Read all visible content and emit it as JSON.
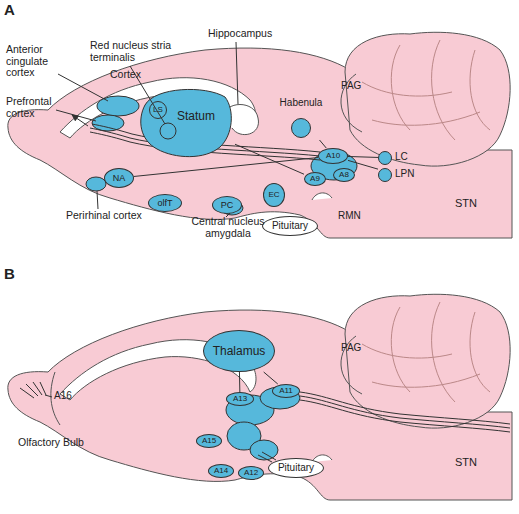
{
  "diagram": {
    "nodes": [
      {
        "text": [
          "Statum"
        ]
      },
      {
        "text": [
          "LS"
        ],
        "in": 0
      },
      {
        "text": [
          "NA"
        ]
      },
      {
        "text": [
          "olfT"
        ]
      },
      {
        "text": [
          "PC"
        ]
      },
      {
        "text": [
          "EC"
        ]
      },
      {
        "text": [
          "Habenula"
        ]
      },
      {
        "text": [
          "A10"
        ]
      },
      {
        "text": [
          "A9"
        ]
      },
      {
        "text": [
          "A8"
        ]
      },
      {
        "text": [
          "LC"
        ]
      },
      {
        "text": [
          "LPN"
        ]
      },
      {
        "text": [
          "Pituitary"
        ]
      },
      {
        "text": [
          "Thalamus"
        ]
      },
      {
        "text": [
          "A13"
        ]
      },
      {
        "text": [
          "A11"
        ]
      },
      {
        "text": [
          "A15"
        ]
      },
      {
        "text": [
          "A14"
        ]
      },
      {
        "text": [
          "A12"
        ]
      },
      {
        "text": [
          "Pituitary"
        ]
      }
    ],
    "edges": [
      {
        "from": 7,
        "to": 6,
        "arrow": "none"
      },
      {
        "from": 7,
        "to": 10,
        "arrow": "none"
      },
      {
        "from": 7,
        "to": 11,
        "arrow": "none"
      },
      {
        "from": 8,
        "to": 0,
        "arrow": "none"
      },
      {
        "from": 7,
        "to": 2,
        "arrow": "none"
      },
      {
        "from": 14,
        "to": 13,
        "arrow": "none"
      },
      {
        "from": 15,
        "to": 13,
        "arrow": "none"
      }
    ],
    "labels": [
      "A",
      "Anterior cingulate cortex",
      "Red nucleus stria terminalis",
      "Hippocampus",
      "Prefrontal cortex",
      "Cortex",
      "PAG",
      "STN",
      "RMN",
      "Perirhinal cortex",
      "Central nucleus amygdala",
      "B",
      "PAG",
      "STN",
      "A16",
      "Olfactory Bulb"
    ]
  }
}
